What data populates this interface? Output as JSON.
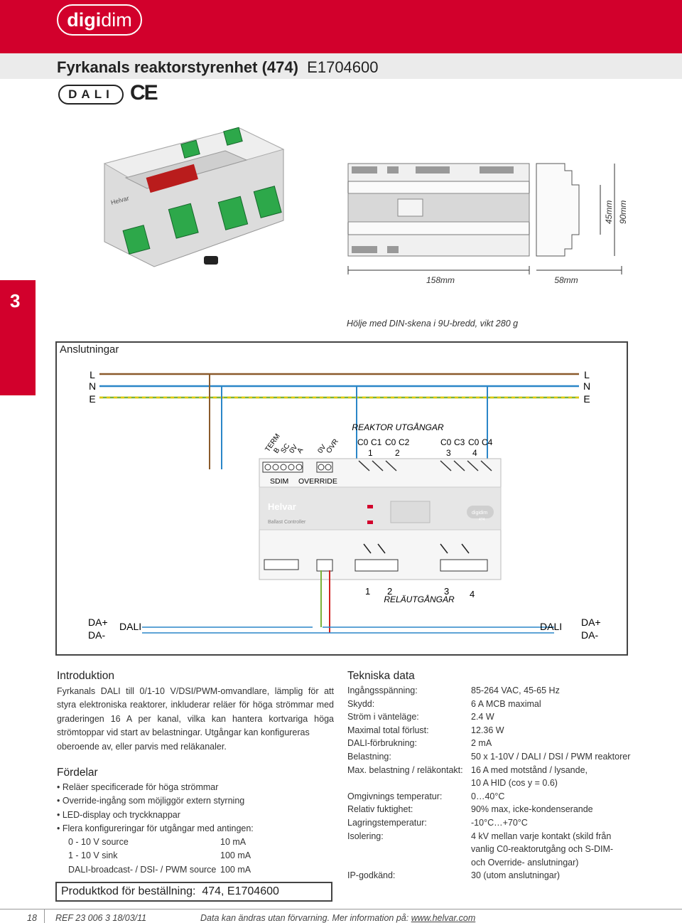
{
  "brand": {
    "logo_bold": "digi",
    "logo_light": "dim"
  },
  "header": {
    "title": "Fyrkanals reaktorstyrenhet (474)",
    "code": "E1704600"
  },
  "logos": {
    "dali": "DALI",
    "ce": "CE"
  },
  "product_image": {
    "brand_label": "Helvar"
  },
  "dimensions": {
    "width": "158mm",
    "depth": "58mm",
    "height1": "45mm",
    "height2": "90mm"
  },
  "section_number": "3",
  "caption": "Hölje med DIN-skena i 9U-bredd, vikt 280 g",
  "connections": {
    "title": "Anslutningar",
    "lne": [
      "L",
      "N",
      "E"
    ],
    "reactor_outputs_title": "REAKTOR UTGÅNGAR",
    "left_terminals": [
      "TERM",
      "B",
      "SC",
      "0V",
      "A",
      "0V",
      "OVR"
    ],
    "outputs_top": [
      "C0",
      "C1",
      "C0",
      "C2",
      "C0",
      "C3",
      "C0",
      "C4"
    ],
    "output_numbers": [
      "1",
      "2",
      "3",
      "4"
    ],
    "sdim_label": "SDIM",
    "override_label": "OVERRIDE",
    "device_brand": "Helvar",
    "device_sub": "Ballast Controller",
    "device_logo": "digidim",
    "device_model": "474",
    "relay_numbers": [
      "1",
      "2",
      "3",
      "4"
    ],
    "relay_title": "RELÄUTGÅNGAR",
    "dali_label": "DALI",
    "da_plus": "DA+",
    "da_minus": "DA-"
  },
  "intro": {
    "heading": "Introduktion",
    "text1": "Fyrkanals DALI till 0/1-10 V/DSI/PWM-omvandlare, lämplig för att styra elektroniska reaktorer, inkluderar reläer för höga strömmar med graderingen 16 A per kanal, vilka kan hantera kortvariga höga strömtoppar vid start av belastningar. Utgångar kan konfigureras",
    "text2": "oberoende av, eller parvis med reläkanaler."
  },
  "advantages": {
    "heading": "Fördelar",
    "items": [
      "Reläer specificerade för höga strömmar",
      "Override-ingång som möjliggör extern styrning",
      "LED-display och tryckknappar",
      "Flera konfigureringar för utgångar med antingen:"
    ],
    "sub": [
      {
        "label": "0 - 10 V source",
        "value": "10 mA"
      },
      {
        "label": "1 - 10 V sink",
        "value": "100 mA"
      },
      {
        "label": "DALI-broadcast- / DSI- / PWM source",
        "value": "100 mA"
      }
    ]
  },
  "specs": {
    "heading": "Tekniska data",
    "rows": [
      {
        "label": "Ingångsspänning:",
        "value": "85-264 VAC, 45-65 Hz"
      },
      {
        "label": "Skydd:",
        "value": "6 A MCB maximal"
      },
      {
        "label": "Ström i vänteläge:",
        "value": "2.4 W"
      },
      {
        "label": "Maximal total förlust:",
        "value": "12.36 W"
      },
      {
        "label": "DALI-förbrukning:",
        "value": "2 mA"
      },
      {
        "label": "Belastning:",
        "value": "50 x 1-10V / DALI / DSI / PWM reaktorer"
      },
      {
        "label": "Max. belastning / reläkontakt:",
        "value": "16 A med motstånd / lysande,"
      },
      {
        "label": "",
        "value": "10 A HID (cos y = 0.6)"
      },
      {
        "label": "Omgivnings temperatur:",
        "value": "0…40°C"
      },
      {
        "label": "Relativ fuktighet:",
        "value": "90% max, icke-kondenserande"
      },
      {
        "label": "Lagringstemperatur:",
        "value": "-10°C…+70°C"
      },
      {
        "label": "Isolering:",
        "value": "4 kV mellan varje kontakt (skild från"
      },
      {
        "label": "",
        "value": "vanlig C0-reaktorutgång och S-DIM-"
      },
      {
        "label": "",
        "value": "och Override- anslutningar)"
      },
      {
        "label": "IP-godkänd:",
        "value": "30 (utom anslutningar)"
      }
    ]
  },
  "product_code": {
    "label": "Produktkod för beställning:",
    "value": "474, E1704600"
  },
  "footer": {
    "page": "18",
    "ref": "REF 23 006 3 18/03/11",
    "note": "Data kan ändras utan förvarning. Mer information på:",
    "link": "www.helvar.com"
  },
  "colors": {
    "brand_red": "#d2002c",
    "wire_blue": "#2a86c8",
    "wire_brown": "#8a5a2b",
    "wire_green": "#7ab33a",
    "wire_yellow": "#e2c800",
    "wire_red": "#d02020"
  }
}
